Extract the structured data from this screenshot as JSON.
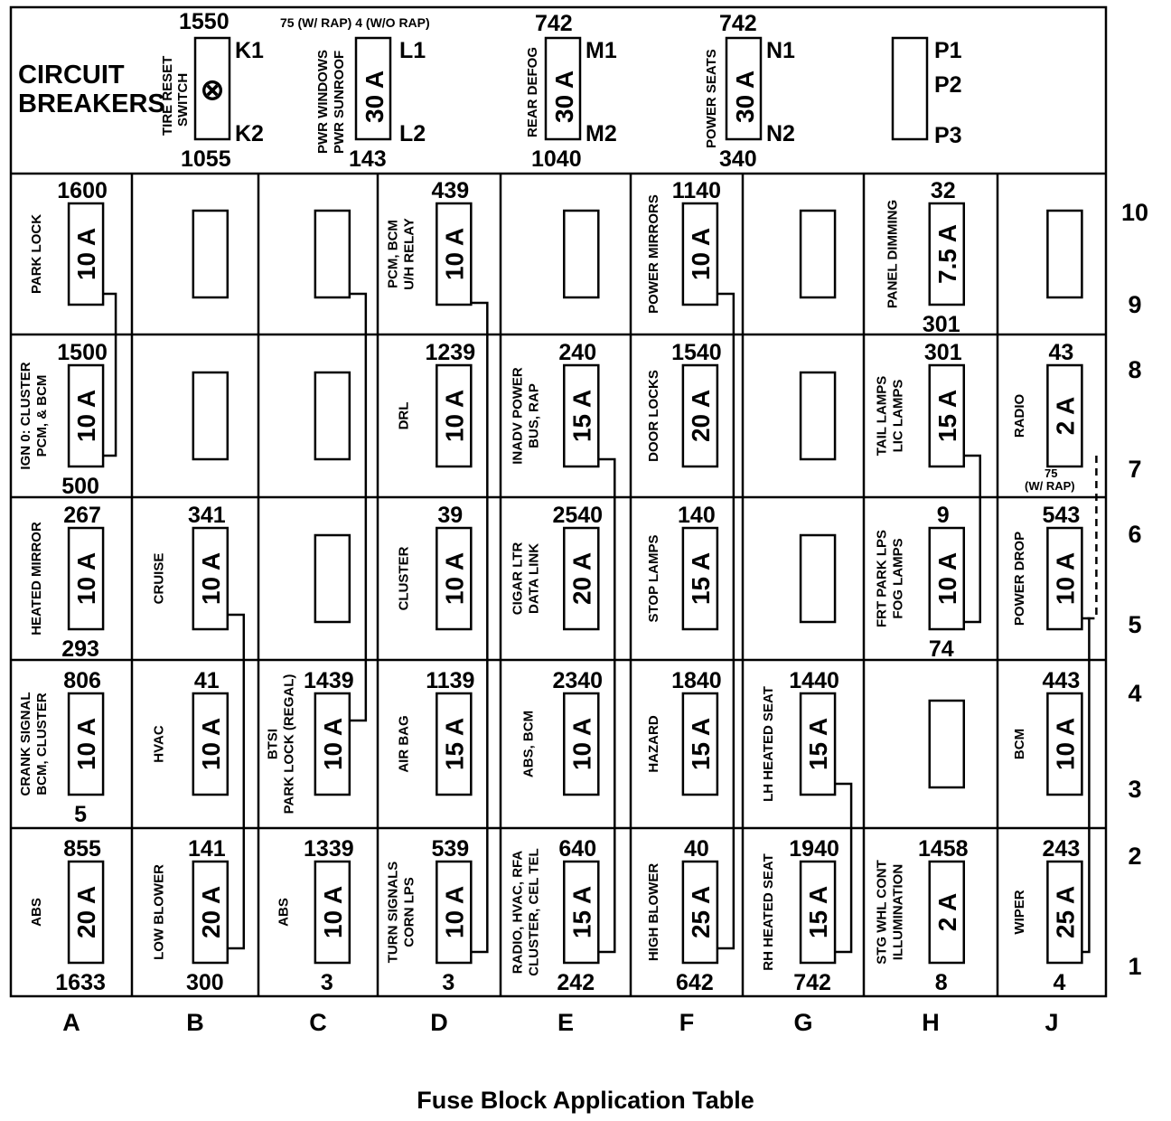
{
  "title": "Fuse Block Application Table",
  "circuit_breakers": {
    "label_line1": "CIRCUIT",
    "label_line2": "BREAKERS",
    "K": {
      "top_num": "1550",
      "bottom_num": "1055",
      "label1": "TIRE RESET",
      "label2": "SWITCH",
      "pin_top": "K1",
      "pin_bottom": "K2",
      "symbol": "⊗"
    },
    "L": {
      "note": "75 (W/ RAP) 4 (W/O RAP)",
      "bottom_num": "143",
      "label1": "PWR WINDOWS",
      "label2": "PWR SUNROOF",
      "rating": "30 A",
      "pin_top": "L1",
      "pin_bottom": "L2"
    },
    "M": {
      "top_num": "742",
      "bottom_num": "1040",
      "label1": "REAR DEFOG",
      "rating": "30 A",
      "pin_top": "M1",
      "pin_bottom": "M2"
    },
    "N": {
      "top_num": "742",
      "bottom_num": "340",
      "label1": "POWER SEATS",
      "rating": "30 A",
      "pin_top": "N1",
      "pin_bottom": "N2"
    },
    "P": {
      "pin1": "P1",
      "pin2": "P2",
      "pin3": "P3"
    }
  },
  "columns": [
    "A",
    "B",
    "C",
    "D",
    "E",
    "F",
    "G",
    "H",
    "J"
  ],
  "rows": [
    "10",
    "9",
    "8",
    "7",
    "6",
    "5",
    "4",
    "3",
    "2",
    "1"
  ],
  "fuses": {
    "A10": {
      "rating": "10 A",
      "top": "1600",
      "bottom": "",
      "label1": "PARK LOCK",
      "label2": ""
    },
    "D10": {
      "rating": "10 A",
      "top": "439",
      "bottom": "",
      "label1": "PCM, BCM",
      "label2": "U/H RELAY"
    },
    "F10": {
      "rating": "10 A",
      "top": "1140",
      "bottom": "",
      "label1": "POWER MIRRORS",
      "label2": ""
    },
    "H10": {
      "rating": "7.5 A",
      "top": "32",
      "bottom": "301",
      "label1": "PANEL DIMMING",
      "label2": ""
    },
    "A8": {
      "rating": "10 A",
      "top": "1500",
      "bottom": "500",
      "label1": "IGN 0: CLUSTER",
      "label2": "PCM, & BCM"
    },
    "D8": {
      "rating": "10 A",
      "top": "1239",
      "bottom": "",
      "label1": "DRL",
      "label2": ""
    },
    "E8": {
      "rating": "15 A",
      "top": "240",
      "bottom": "",
      "label1": "INADV POWER",
      "label2": "BUS, RAP"
    },
    "F8": {
      "rating": "20 A",
      "top": "1540",
      "bottom": "",
      "label1": "DOOR LOCKS",
      "label2": ""
    },
    "H8": {
      "rating": "15 A",
      "top": "301",
      "bottom": "",
      "label1": "TAIL LAMPS",
      "label2": "LIC LAMPS"
    },
    "J8": {
      "rating": "2 A",
      "top": "43",
      "bottom": "",
      "label1": "RADIO",
      "label2": ""
    },
    "A6": {
      "rating": "10 A",
      "top": "267",
      "bottom": "293",
      "label1": "HEATED MIRROR",
      "label2": ""
    },
    "B6": {
      "rating": "10 A",
      "top": "341",
      "bottom": "",
      "label1": "CRUISE",
      "label2": ""
    },
    "D6": {
      "rating": "10 A",
      "top": "39",
      "bottom": "",
      "label1": "CLUSTER",
      "label2": ""
    },
    "E6": {
      "rating": "20 A",
      "top": "2540",
      "bottom": "",
      "label1": "CIGAR LTR",
      "label2": "DATA LINK"
    },
    "F6": {
      "rating": "15 A",
      "top": "140",
      "bottom": "",
      "label1": "STOP LAMPS",
      "label2": ""
    },
    "H6": {
      "rating": "10 A",
      "top": "9",
      "bottom": "74",
      "label1": "FRT PARK LPS",
      "label2": "FOG LAMPS"
    },
    "J6": {
      "rating": "10 A",
      "top": "543",
      "bottom": "",
      "label1": "POWER DROP",
      "label2": ""
    },
    "A4": {
      "rating": "10 A",
      "top": "806",
      "bottom": "5",
      "label1": "CRANK SIGNAL",
      "label2": "BCM, CLUSTER"
    },
    "B4": {
      "rating": "10 A",
      "top": "41",
      "bottom": "",
      "label1": "HVAC",
      "label2": ""
    },
    "C4": {
      "rating": "10 A",
      "top": "1439",
      "bottom": "",
      "label1": "BTSI",
      "label2": "PARK LOCK (REGAL)"
    },
    "D4": {
      "rating": "15 A",
      "top": "1139",
      "bottom": "",
      "label1": "AIR BAG",
      "label2": ""
    },
    "E4": {
      "rating": "10 A",
      "top": "2340",
      "bottom": "",
      "label1": "ABS, BCM",
      "label2": ""
    },
    "F4": {
      "rating": "15 A",
      "top": "1840",
      "bottom": "",
      "label1": "HAZARD",
      "label2": ""
    },
    "G4": {
      "rating": "15 A",
      "top": "1440",
      "bottom": "",
      "label1": "LH HEATED SEAT",
      "label2": ""
    },
    "J4": {
      "rating": "10 A",
      "top": "443",
      "bottom": "",
      "label1": "BCM",
      "label2": ""
    },
    "A2": {
      "rating": "20 A",
      "top": "855",
      "bottom": "1633",
      "label1": "ABS",
      "label2": ""
    },
    "B2": {
      "rating": "20 A",
      "top": "141",
      "bottom": "300",
      "label1": "LOW BLOWER",
      "label2": ""
    },
    "C2": {
      "rating": "10 A",
      "top": "1339",
      "bottom": "3",
      "label1": "ABS",
      "label2": ""
    },
    "D2": {
      "rating": "10 A",
      "top": "539",
      "bottom": "3",
      "label1": "TURN SIGNALS",
      "label2": "CORN LPS"
    },
    "E2": {
      "rating": "15 A",
      "top": "640",
      "bottom": "242",
      "label1": "RADIO, HVAC, RFA",
      "label2": "CLUSTER, CEL TEL"
    },
    "F2": {
      "rating": "25 A",
      "top": "40",
      "bottom": "642",
      "label1": "HIGH BLOWER",
      "label2": ""
    },
    "G2": {
      "rating": "15 A",
      "top": "1940",
      "bottom": "742",
      "label1": "RH HEATED SEAT",
      "label2": ""
    },
    "H2": {
      "rating": "2 A",
      "top": "1458",
      "bottom": "8",
      "label1": "STG WHL CONT",
      "label2": "ILLUMINATION"
    },
    "J2": {
      "rating": "25 A",
      "top": "243",
      "bottom": "4",
      "label1": "WIPER",
      "label2": ""
    }
  },
  "empty_slots": [
    "B10",
    "C10",
    "E10",
    "G10",
    "J10",
    "B8",
    "C8",
    "G8",
    "C6",
    "G6",
    "H4"
  ],
  "notes": {
    "j7": "75\n(W/ RAP)",
    "j7_line1": "75",
    "j7_line2": "(W/ RAP)"
  }
}
